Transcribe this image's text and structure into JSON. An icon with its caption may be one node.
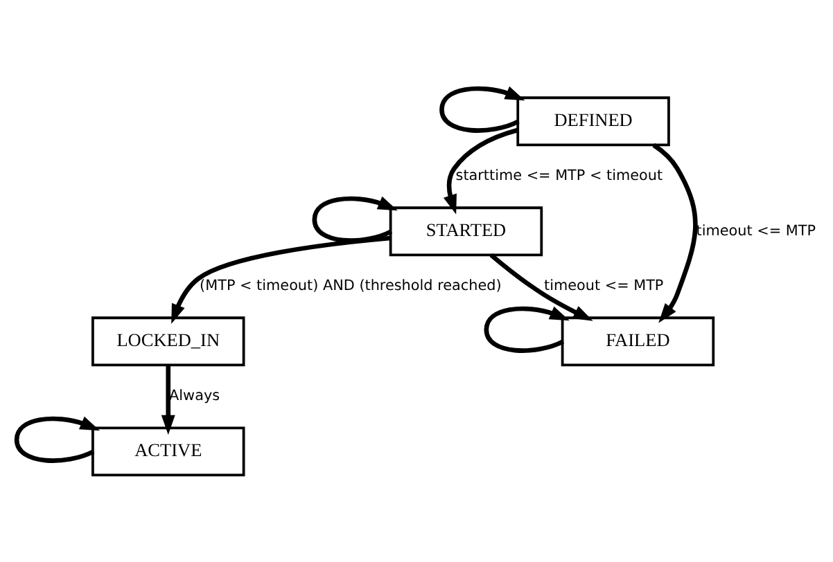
{
  "diagram": {
    "nodes": [
      {
        "text": [
          "DEFINED"
        ]
      },
      {
        "text": [
          "STARTED"
        ]
      },
      {
        "text": [
          "LOCKED_IN"
        ]
      },
      {
        "text": [
          "ACTIVE"
        ]
      },
      {
        "text": [
          "FAILED"
        ]
      }
    ],
    "edges": [
      {
        "from": 0,
        "to": 0,
        "arrow": "to"
      },
      {
        "from": 0,
        "to": 1,
        "arrow": "to",
        "label": "starttime <= MTP < timeout"
      },
      {
        "from": 0,
        "to": 4,
        "arrow": "to",
        "label": "timeout <= MTP"
      },
      {
        "from": 1,
        "to": 1,
        "arrow": "to"
      },
      {
        "from": 1,
        "to": 4,
        "arrow": "to",
        "label": "timeout <= MTP"
      },
      {
        "from": 1,
        "to": 2,
        "arrow": "to",
        "label": "(MTP < timeout) AND (threshold reached)"
      },
      {
        "from": 2,
        "to": 3,
        "arrow": "to",
        "label": "Always"
      },
      {
        "from": 3,
        "to": 3,
        "arrow": "to"
      },
      {
        "from": 4,
        "to": 4,
        "arrow": "to"
      }
    ]
  }
}
